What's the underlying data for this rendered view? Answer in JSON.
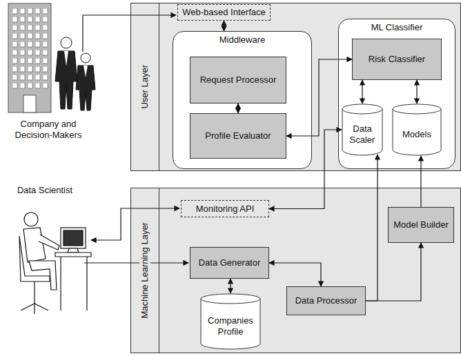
{
  "diagram": {
    "nodes": [
      {
        "text": [
          "User Layer"
        ]
      },
      {
        "text": [
          "Web-based Interface"
        ],
        "in": 0
      },
      {
        "text": [
          "Middleware"
        ],
        "in": 0
      },
      {
        "text": [
          "Request Processor"
        ],
        "in": 2
      },
      {
        "text": [
          "Profile Evaluator"
        ],
        "in": 2
      },
      {
        "text": [
          "ML Classifier"
        ],
        "in": 0
      },
      {
        "text": [
          "Risk Classifier"
        ],
        "in": 5
      },
      {
        "text": [
          "Data Scaler"
        ],
        "in": 5
      },
      {
        "text": [
          "Models"
        ],
        "in": 5
      },
      {
        "text": [
          "Machine Learning Layer"
        ]
      },
      {
        "text": [
          "Monitoring API"
        ],
        "in": 9
      },
      {
        "text": [
          "Data Generator"
        ],
        "in": 9
      },
      {
        "text": [
          "Companies Profile"
        ],
        "in": 9
      },
      {
        "text": [
          "Data Processor"
        ],
        "in": 9
      },
      {
        "text": [
          "Model Builder"
        ],
        "in": 9
      }
    ],
    "edges": [
      {
        "from": 1,
        "to": 2,
        "arrow": "both"
      },
      {
        "from": 3,
        "to": 4,
        "arrow": "both"
      },
      {
        "from": 4,
        "to": 6,
        "arrow": "both"
      },
      {
        "from": 6,
        "to": 7,
        "arrow": "both"
      },
      {
        "from": 6,
        "to": 8,
        "arrow": "both"
      },
      {
        "from": 10,
        "to": 7,
        "arrow": "both"
      },
      {
        "from": 11,
        "to": 13,
        "arrow": "both"
      },
      {
        "from": 11,
        "to": 12,
        "arrow": "both"
      },
      {
        "from": 13,
        "to": 7,
        "arrow": "to"
      },
      {
        "from": 13,
        "to": 14,
        "arrow": "to"
      },
      {
        "from": 14,
        "to": 8,
        "arrow": "to"
      }
    ],
    "labels": [
      "Company and Decision-Makers",
      "Data Scientist"
    ]
  }
}
